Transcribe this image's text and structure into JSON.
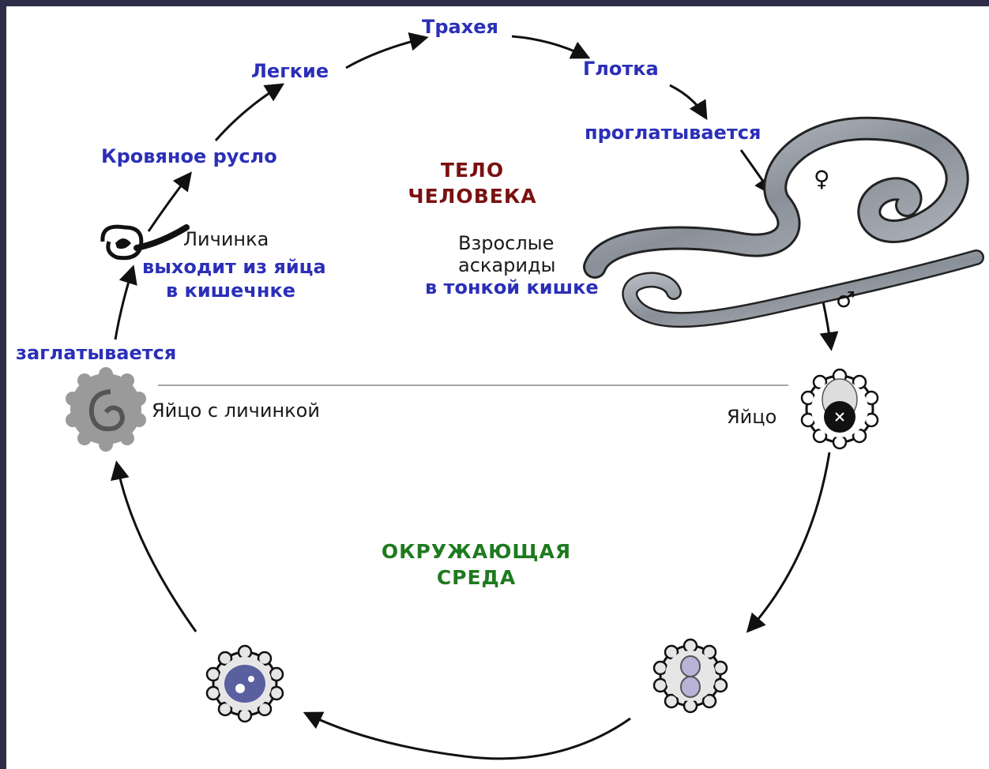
{
  "labels": {
    "trachea": "Трахея",
    "pharynx": "Глотка",
    "lungs": "Легкие",
    "blood": "Кровяное русло",
    "swallowed_1": "проглатывается",
    "larva": "Личинка",
    "larva_emerges_1": "выходит из яйца",
    "larva_emerges_2": "в кишечнке",
    "adult_1": "Взрослые",
    "adult_2": "аскариды",
    "adult_3": "в тонкой кишке",
    "swallowed_2": "заглатывается",
    "egg_with_larva": "Яйцо с личинкой",
    "egg": "Яйцо"
  },
  "zones": {
    "human_body_1": "ТЕЛО",
    "human_body_2": "ЧЕЛОВЕКА",
    "environment_1": "ОКРУЖАЮЩАЯ",
    "environment_2": "СРЕДА"
  },
  "symbols": {
    "female": "♀",
    "male": "♂"
  },
  "icons": [
    "worm-icon",
    "larva-icon",
    "egg-icon"
  ],
  "colors": {
    "label_blue": "#2b2fb8",
    "human_body_red": "#7a1111",
    "environment_green": "#1e7a1e",
    "background": "#2e2c48"
  }
}
